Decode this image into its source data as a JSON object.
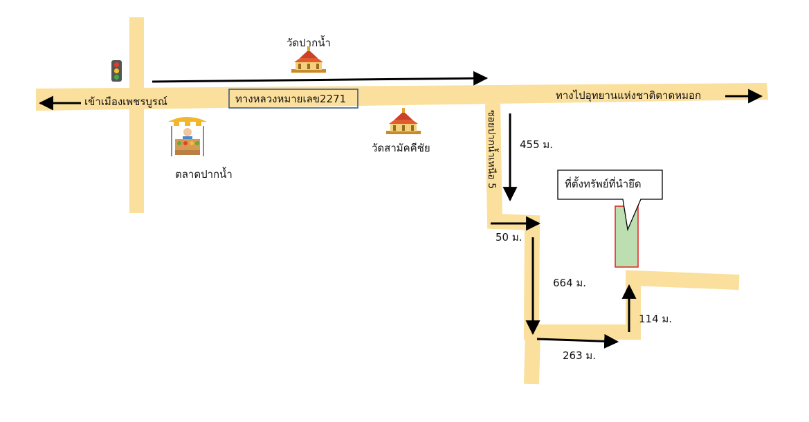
{
  "labels": {
    "wat_pak_nam": "วัดปากน้ำ",
    "to_phetchabun": "เข้าเมืองเพชรบูรณ์",
    "highway_2271": "ทางหลวงหมายเลข2271",
    "to_national_park": "ทางไปอุทยานแห่งชาติตาดหมอก",
    "talat_pak_nam": "ตลาดปากน้ำ",
    "wat_samakkhi_chai": "วัดสามัคคีชัย",
    "soi_pak_nam_nuea": "ซอยปากน้ำเหนือ 5",
    "property_location": "ที่ตั้งทรัพย์ที่นำยึด"
  },
  "distances": {
    "d1": "455 ม.",
    "d2": "50 ม.",
    "d3": "664 ม.",
    "d4": "263 ม.",
    "d5": "114 ม."
  },
  "colors": {
    "road": "#fbdf9c",
    "property_fill": "#bcdeb0",
    "property_border": "#e02020",
    "highway_box_border": "#2f4f7f",
    "arrow": "#000000"
  },
  "icons": {
    "traffic_light": "traffic-light-icon",
    "temple": "temple-icon",
    "market": "market-stall-icon"
  }
}
